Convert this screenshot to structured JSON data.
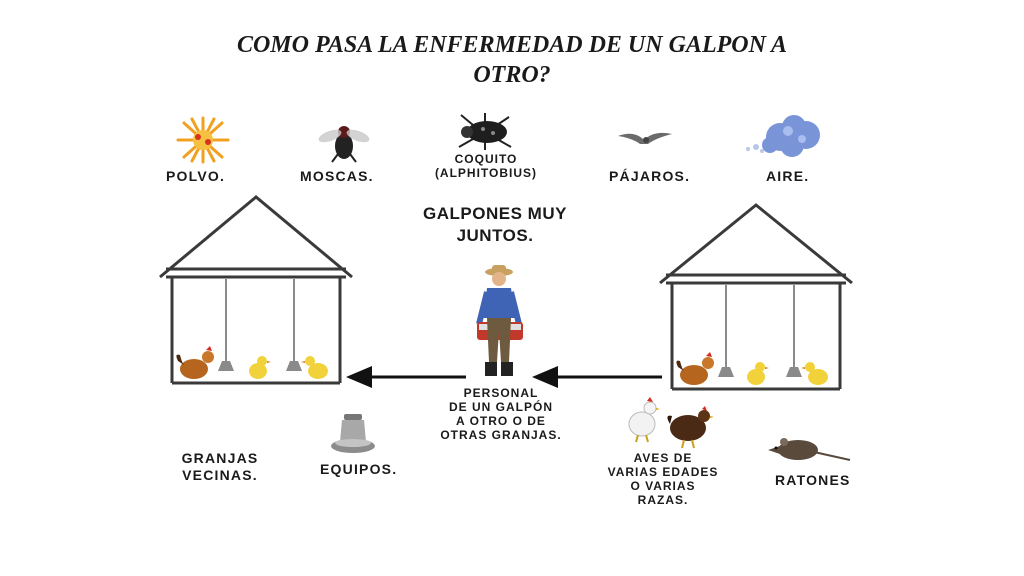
{
  "title_line1": "COMO PASA LA ENFERMEDAD DE UN GALPON A",
  "title_line2": "OTRO?",
  "labels": {
    "polvo": "POLVO.",
    "moscas": "MOSCAS.",
    "coquito_1": "COQUITO",
    "coquito_2": "(ALPHITOBIUS)",
    "pajaros": "PÁJAROS.",
    "aire": "AIRE.",
    "galpones_1": "GALPONES MUY",
    "galpones_2": "JUNTOS.",
    "personal_1": "PERSONAL",
    "personal_2": "DE UN GALPÓN",
    "personal_3": "A OTRO O DE",
    "personal_4": "OTRAS GRANJAS.",
    "granjas_1": "GRANJAS",
    "granjas_2": "VECINAS.",
    "equipos": "EQUIPOS.",
    "aves_1": "AVES DE",
    "aves_2": "VARIAS EDADES",
    "aves_3": "O VARIAS",
    "aves_4": "RAZAS.",
    "ratones": "RATONES"
  },
  "icons": [
    "dust-icon",
    "fly-icon",
    "beetle-icon",
    "bird-icon",
    "cloud-icon",
    "farmer-icon",
    "feeder-icon",
    "rooster-icon",
    "hen-icon",
    "rat-icon",
    "chick-icon"
  ],
  "colors": {
    "house_line": "#3a3a3a",
    "arrow": "#111111",
    "dust": "#f2a020",
    "cloud": "#7a94d8",
    "farmer_shirt": "#3f63b5"
  }
}
